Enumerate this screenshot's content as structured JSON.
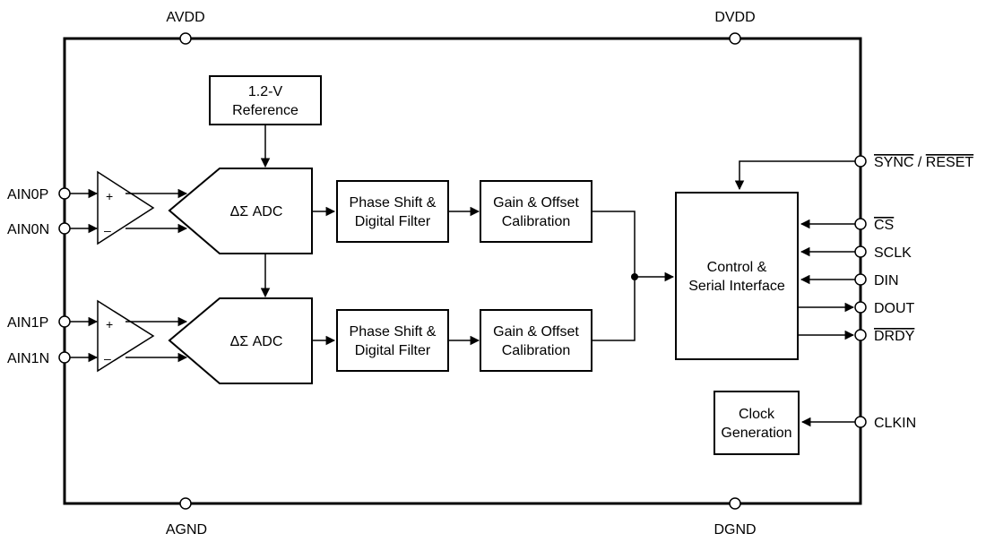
{
  "pins": {
    "avdd": "AVDD",
    "dvdd": "DVDD",
    "agnd": "AGND",
    "dgnd": "DGND",
    "ain0p": "AIN0P",
    "ain0n": "AIN0N",
    "ain1p": "AIN1P",
    "ain1n": "AIN1N",
    "sync": "SYNC",
    "sync_sep": " / ",
    "reset": "RESET",
    "cs": "CS",
    "sclk": "SCLK",
    "din": "DIN",
    "dout": "DOUT",
    "drdy": "DRDY",
    "clkin": "CLKIN"
  },
  "blocks": {
    "reference": [
      "1.2-V",
      "Reference"
    ],
    "adc": "ΔΣ ADC",
    "filter": [
      "Phase Shift &",
      "Digital Filter"
    ],
    "calibration": [
      "Gain & Offset",
      "Calibration"
    ],
    "control": [
      "Control &",
      "Serial Interface"
    ],
    "clock": [
      "Clock",
      "Generation"
    ]
  },
  "amp": {
    "plus": "+",
    "minus": "–"
  }
}
